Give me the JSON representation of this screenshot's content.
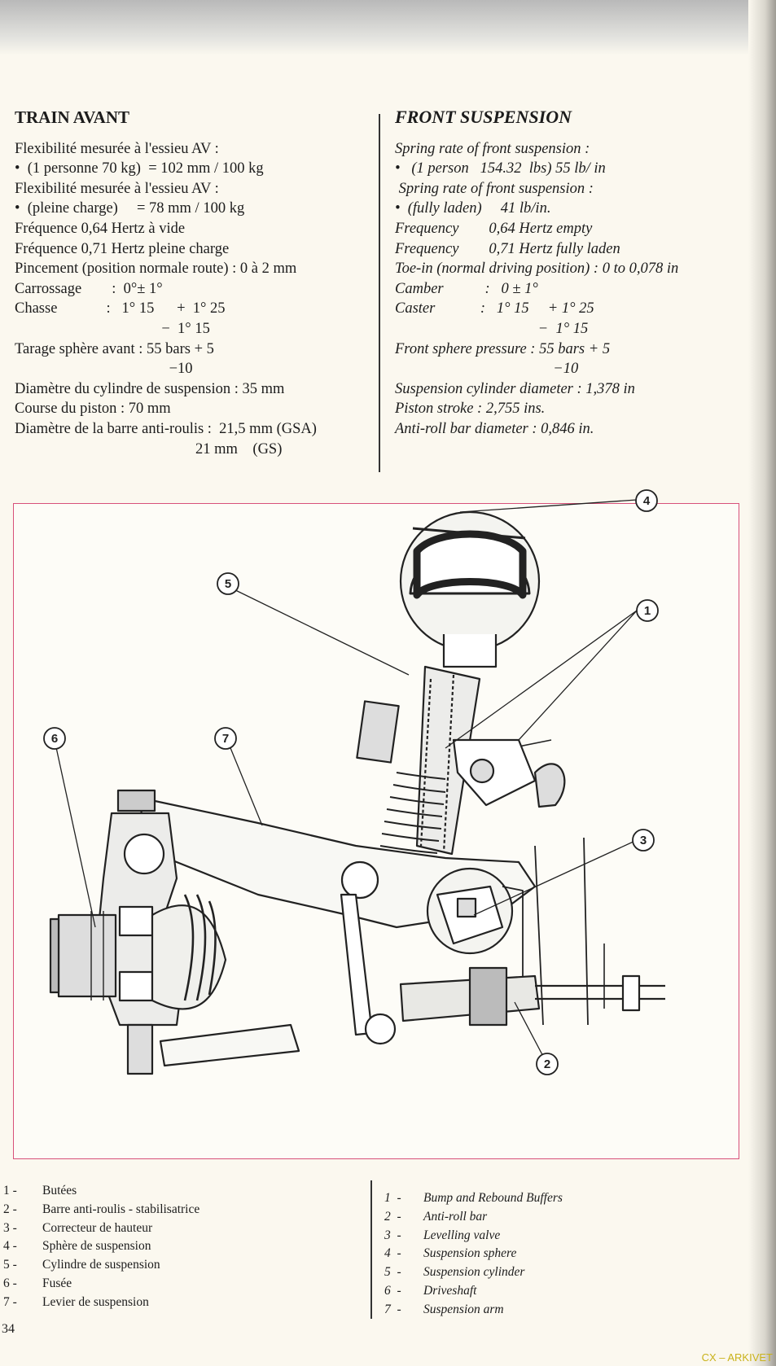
{
  "french": {
    "title": "TRAIN AVANT",
    "lines": [
      "Flexibilité mesurée à l'essieu AV :",
      "•  (1 personne 70 kg)  = 102 mm / 100 kg",
      "Flexibilité mesurée à l'essieu AV :",
      "•  (pleine charge)     = 78 mm / 100 kg",
      "Fréquence 0,64 Hertz à vide",
      "Fréquence 0,71 Hertz pleine charge",
      "Pincement (position normale route) : 0 à 2 mm",
      "Carrossage        :  0°± 1°",
      "Chasse             :   1° 15      +  1° 25",
      "                                       −  1° 15",
      "Tarage sphère avant : 55 bars + 5",
      "                                         −10",
      "Diamètre du cylindre de suspension : 35 mm",
      "Course du piston : 70 mm",
      "Diamètre de la barre anti-roulis :  21,5 mm (GSA)",
      "                                                21 mm    (GS)"
    ]
  },
  "english": {
    "title": "FRONT SUSPENSION",
    "lines": [
      "Spring rate of front suspension :",
      "•   (1 person   154.32  lbs) 55 lb/ in",
      " Spring rate of front suspension :",
      "•  (fully laden)     41 lb/in.",
      "Frequency        0,64 Hertz empty",
      "Frequency        0,71 Hertz fully laden",
      "Toe-in (normal driving position) : 0 to 0,078 in",
      "Camber           :   0 ± 1°",
      "Caster            :   1° 15     + 1° 25",
      "                                      −  1° 15",
      "Front sphere pressure : 55 bars + 5",
      "                                          −10",
      "Suspension cylinder diameter : 1,378 in",
      "Piston stroke : 2,755 ins.",
      "Anti-roll bar diameter : 0,846 in."
    ]
  },
  "diagram": {
    "callouts": [
      "1",
      "2",
      "3",
      "4",
      "5",
      "6",
      "7"
    ]
  },
  "legend_fr": [
    {
      "n": "1 -",
      "label": "Butées"
    },
    {
      "n": "2 -",
      "label": "Barre anti-roulis - stabilisatrice"
    },
    {
      "n": "3 -",
      "label": "Correcteur de hauteur"
    },
    {
      "n": "4 -",
      "label": "Sphère de suspension"
    },
    {
      "n": "5 -",
      "label": "Cylindre de suspension"
    },
    {
      "n": "6 -",
      "label": "Fusée"
    },
    {
      "n": "7 -",
      "label": "Levier de suspension"
    }
  ],
  "legend_en": [
    {
      "n": "1  -",
      "label": "Bump and Rebound Buffers"
    },
    {
      "n": "2  -",
      "label": "Anti-roll bar"
    },
    {
      "n": "3  -",
      "label": "Levelling valve"
    },
    {
      "n": "4  -",
      "label": "Suspension sphere"
    },
    {
      "n": "5  -",
      "label": "Suspension cylinder"
    },
    {
      "n": "6  -",
      "label": "Driveshaft"
    },
    {
      "n": "7  -",
      "label": "Suspension arm"
    }
  ],
  "page_number": "34",
  "watermark": "CX – ARKIVET",
  "colors": {
    "frame_border": "#d8517a",
    "paper": "#fbf8ef",
    "watermark": "#c9b21a"
  }
}
